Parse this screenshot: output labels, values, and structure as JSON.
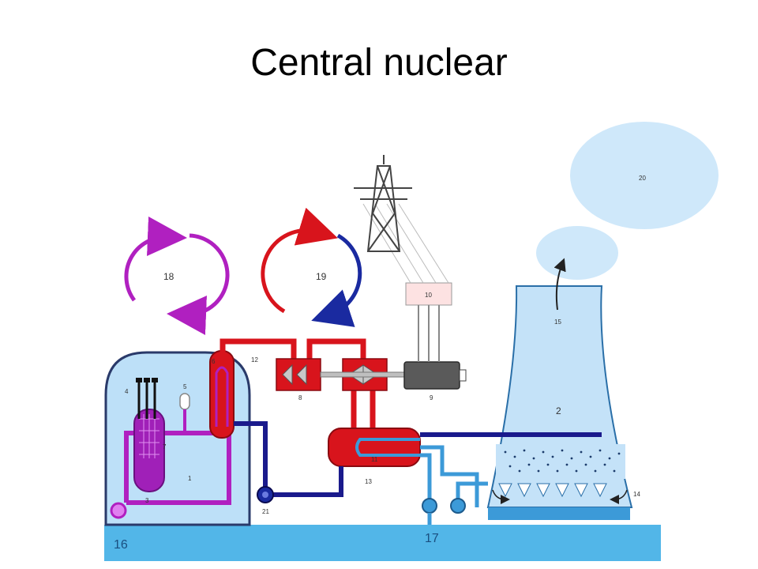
{
  "slide": {
    "title": "Central nuclear"
  },
  "diagram": {
    "labels": {
      "n1": "1",
      "n2": "2",
      "n3": "3",
      "n4": "4",
      "n5": "5",
      "n6": "6",
      "n7": "7",
      "n8": "8",
      "n9": "9",
      "n10": "10",
      "n11": "11",
      "n12": "12",
      "n13": "13",
      "n14": "14",
      "n15": "15",
      "n16": "16",
      "n17": "17",
      "n18": "18",
      "n19": "19",
      "n20": "20",
      "n21": "21"
    },
    "colors": {
      "primary_circuit": "#b020c0",
      "steam_circuit": "#d8141c",
      "condensate_circuit": "#1a1a8c",
      "cooling_water": "#3c9ad8",
      "containment_fill": "#bde0f8",
      "tower_fill": "#c4e2f8",
      "ground": "#52b6e8",
      "cloud": "#cfe8fa"
    }
  }
}
